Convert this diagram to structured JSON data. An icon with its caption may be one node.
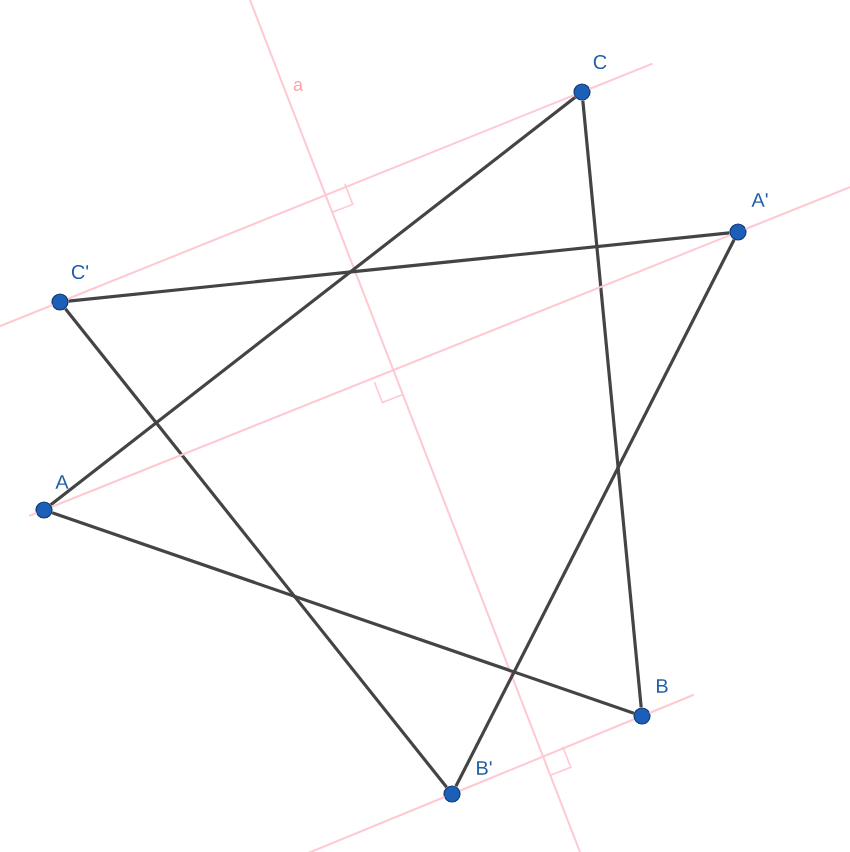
{
  "diagram": {
    "nodes": [
      {
        "text": [],
        "shape": "circle",
        "beside": [
          "C"
        ]
      },
      {
        "text": [],
        "shape": "circle",
        "beside": [
          "A'"
        ]
      },
      {
        "text": [],
        "shape": "circle",
        "beside": [
          "C'"
        ]
      },
      {
        "text": [],
        "shape": "circle",
        "beside": [
          "A"
        ]
      },
      {
        "text": [],
        "shape": "circle",
        "beside": [
          "B"
        ]
      },
      {
        "text": [],
        "shape": "circle",
        "beside": [
          "B'"
        ]
      }
    ],
    "edges": [
      {
        "from": 0,
        "to": 3,
        "arrow": "none"
      },
      {
        "from": 0,
        "to": 4,
        "arrow": "none"
      },
      {
        "from": 3,
        "to": 4,
        "arrow": "none"
      },
      {
        "from": 1,
        "to": 2,
        "arrow": "none"
      },
      {
        "from": 1,
        "to": 5,
        "arrow": "none"
      },
      {
        "from": 2,
        "to": 5,
        "arrow": "none"
      },
      {
        "from": 0,
        "to": 2,
        "arrow": "none",
        "color": "#ffc8d2"
      },
      {
        "from": 3,
        "to": 1,
        "arrow": "none",
        "color": "#ffc8d2"
      },
      {
        "from": 4,
        "to": 5,
        "arrow": "none",
        "color": "#ffc8d2"
      }
    ],
    "labels": [
      "a"
    ]
  }
}
